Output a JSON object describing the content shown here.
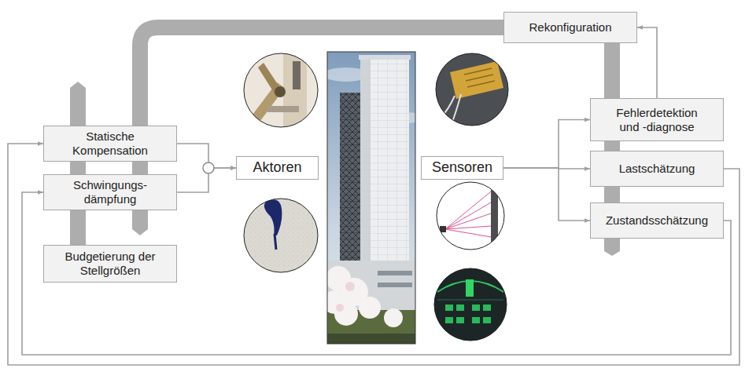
{
  "diagram": {
    "nodes": [
      {
        "text": [
          "Statische Kompensation"
        ]
      },
      {
        "text": [
          "Schwingungs- dämpfung"
        ]
      },
      {
        "text": [
          "Budgetierung der Stellgrößen"
        ]
      },
      {
        "text": [
          "Aktoren"
        ]
      },
      {
        "text": [
          "Sensoren"
        ]
      },
      {
        "text": [
          "Rekonfiguration"
        ]
      },
      {
        "text": [
          "Fehlerdetektion und -diagnose"
        ]
      },
      {
        "text": [
          "Lastschätzung"
        ]
      },
      {
        "text": [
          "Zustandsschätzung"
        ]
      }
    ],
    "edges": [
      {
        "from": 0,
        "to": 3,
        "arrow": "to"
      },
      {
        "from": 1,
        "to": 3,
        "arrow": "to"
      },
      {
        "from": 4,
        "to": 6,
        "arrow": "to"
      },
      {
        "from": 4,
        "to": 7,
        "arrow": "to"
      },
      {
        "from": 4,
        "to": 8,
        "arrow": "to"
      },
      {
        "from": 6,
        "to": 5,
        "arrow": "to"
      },
      {
        "from": 7,
        "to": 0,
        "arrow": "to"
      },
      {
        "from": 8,
        "to": 1,
        "arrow": "to"
      }
    ]
  }
}
